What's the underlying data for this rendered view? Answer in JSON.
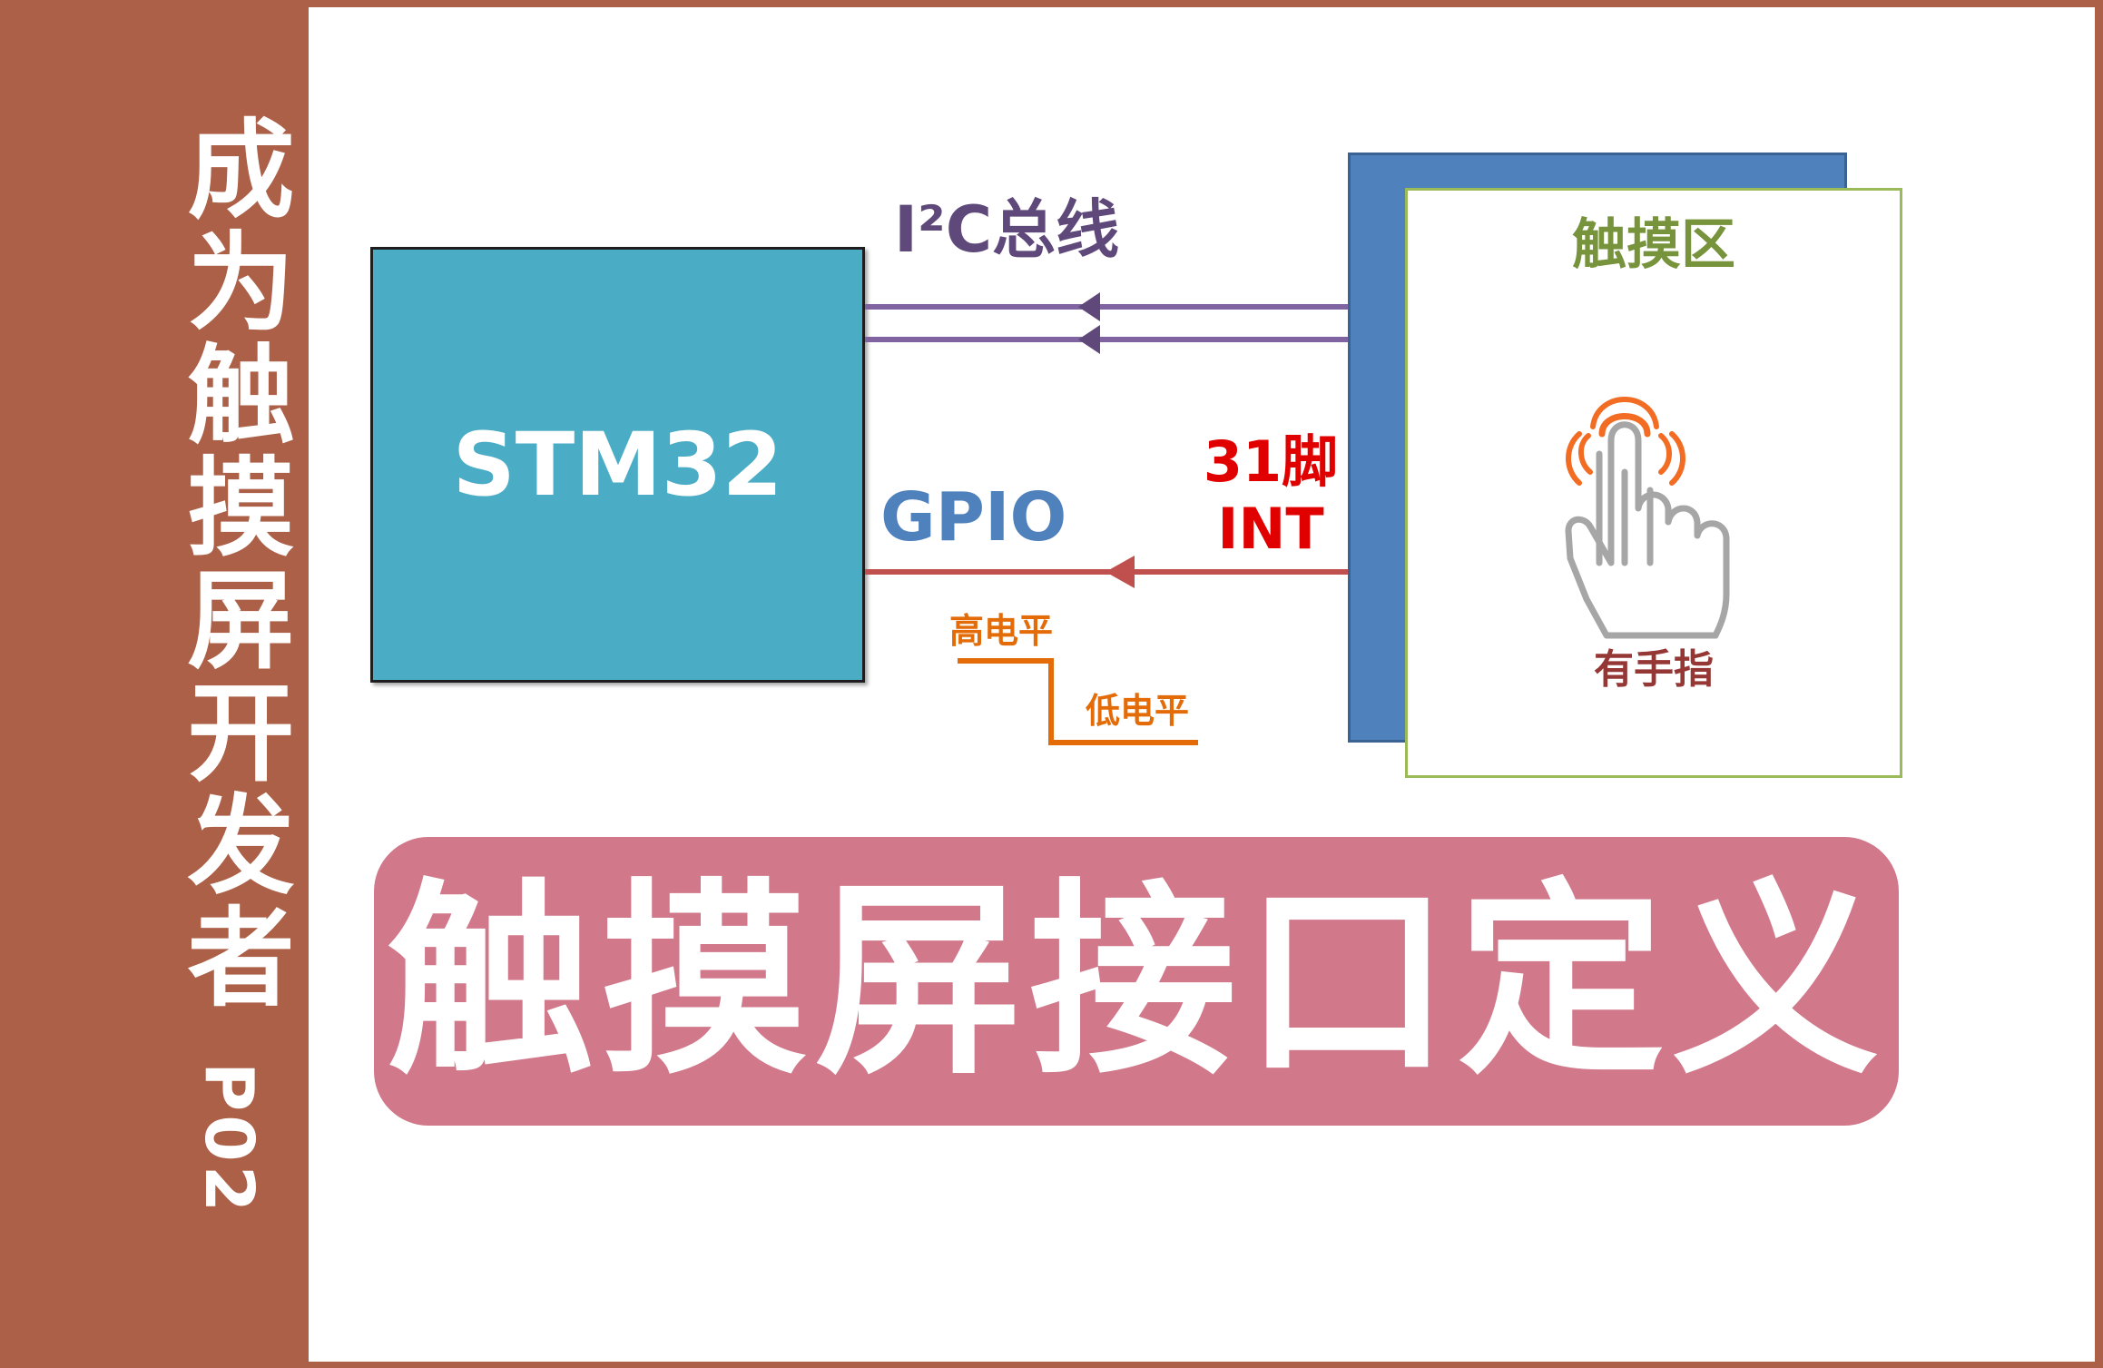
{
  "sidebar": {
    "series_title": "成为触摸屏开发者",
    "episode": "P02"
  },
  "diagram": {
    "mcu_label": "STM32",
    "bus_label": "I²C总线",
    "gpio_label": "GPIO",
    "pin_label": "31脚",
    "int_label": "INT",
    "high_level_label": "高电平",
    "low_level_label": "低电平",
    "touch_area_label": "触摸区",
    "finger_label": "有手指",
    "finger_icon": "touch-finger-icon"
  },
  "banner": {
    "title": "触摸屏接口定义"
  },
  "colors": {
    "sidebar": "#ac6047",
    "mcu": "#4bacc6",
    "controller": "#4f81bd",
    "touch_border": "#9bbb59",
    "bus": "#5f497a",
    "int_line": "#c0504d",
    "level": "#e36c09",
    "banner": "#d1788a"
  }
}
